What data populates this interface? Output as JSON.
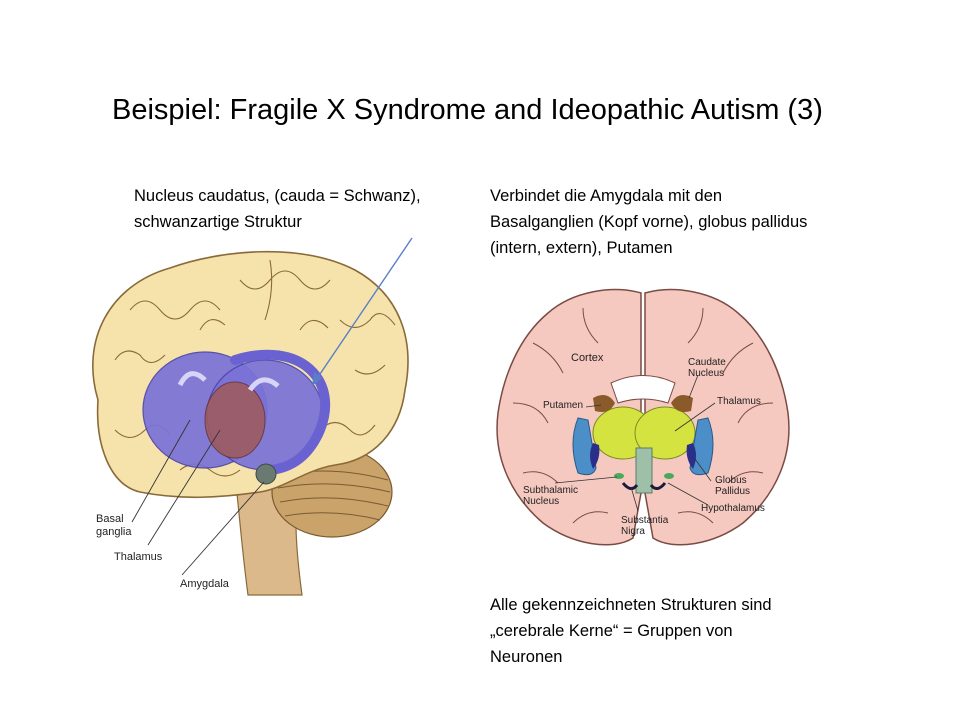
{
  "slide": {
    "title": "Beispiel: Fragile X Syndrome and Ideopathic  Autism (3)",
    "note_left": [
      "Nucleus caudatus, (cauda = Schwanz),",
      "schwanzartige Struktur"
    ],
    "note_right": [
      "Verbindet die Amygdala mit den",
      "Basalganglien (Kopf vorne), globus pallidus",
      "(intern, extern), Putamen"
    ],
    "note_bottom": [
      "Alle gekennzeichneten  Strukturen sind",
      "„cerebrale Kerne“ = Gruppen von",
      "Neuronen"
    ]
  },
  "left_diagram": {
    "labels": {
      "basal_1": "Basal",
      "basal_2": "ganglia",
      "thalamus": "Thalamus",
      "amygdala": "Amygdala"
    }
  },
  "right_diagram": {
    "labels": {
      "cortex": "Cortex",
      "caudate_1": "Caudate",
      "caudate_2": "Nucleus",
      "putamen": "Putamen",
      "thalamus": "Thalamus",
      "subthalamic_1": "Subthalamic",
      "subthalamic_2": "Nucleus",
      "globus_1": "Globus",
      "globus_2": "Pallidus",
      "substantia_1": "Substantia",
      "substantia_2": "Nigra",
      "hypothalamus": "Hypothalamus"
    }
  },
  "colors": {
    "brain_tan": "#f6e3ab",
    "brain_outline": "#8a6a3a",
    "basal_purple": "#7a72d8",
    "thalamus_red": "#a05a5a",
    "cerebellum": "#c9a36a",
    "stem": "#dcb98a",
    "section_pink": "#f6c9c0",
    "section_outline": "#7a4b45",
    "caudate_brown": "#8a5a2a",
    "thalamus_green": "#d4e340",
    "putamen_blue": "#4c8fc8",
    "pallidus_navy": "#2a2f8a",
    "arrow_blue": "#5b7fc6"
  }
}
